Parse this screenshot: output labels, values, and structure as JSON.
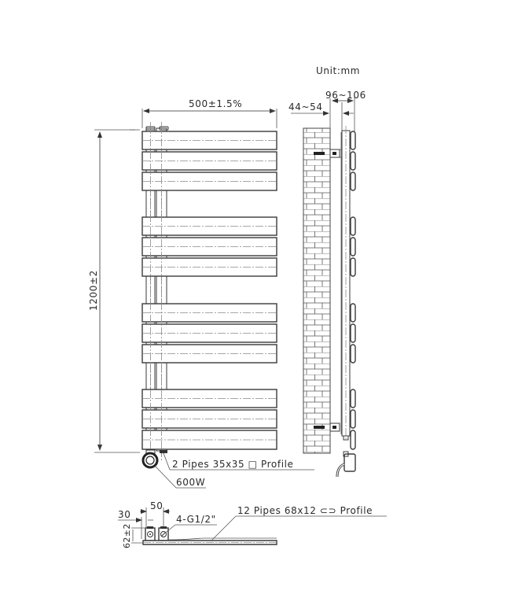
{
  "drawing": {
    "unit_label": "Unit:mm",
    "front_view": {
      "width_dim": "500±1.5%",
      "height_dim": "1200±2",
      "panel_groups": [
        {
          "panels": [
            167,
            193,
            219
          ]
        },
        {
          "panels": [
            276,
            302,
            328
          ]
        },
        {
          "panels": [
            386,
            412,
            438
          ]
        },
        {
          "panels": [
            495,
            521,
            547
          ]
        }
      ],
      "panel_count": 12,
      "vertical_pipes_label": "2 Pipes 35x35 □ Profile",
      "heating_element_label": "600W"
    },
    "side_view": {
      "wall_gap_dim": "44~54",
      "depth_dim": "96~106"
    },
    "bottom_view": {
      "dim_30": "30",
      "dim_50": "50",
      "dim_62": "62±2",
      "connection_label": "4-G1/2\"",
      "horizontal_pipes_label": "12 Pipes 68x12 ⊂⊃ Profile"
    }
  }
}
